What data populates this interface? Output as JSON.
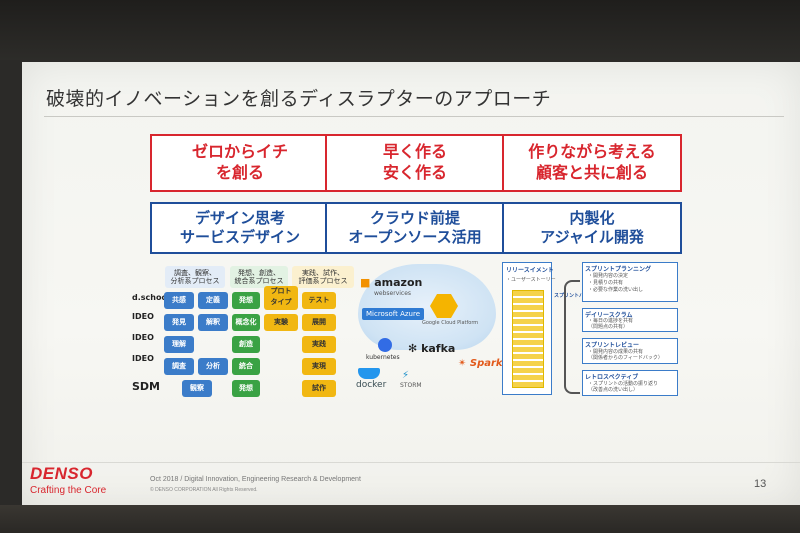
{
  "slide": {
    "title": "破壊的イノベーションを創るディスラプターのアプローチ",
    "columns": [
      {
        "red": "ゼロからイチ\nを創る",
        "blue": "デザイン思考\nサービスデザイン"
      },
      {
        "red": "早く作る\n安く作る",
        "blue": "クラウド前提\nオープンソース活用"
      },
      {
        "red": "作りながら考える\n顧客と共に創る",
        "blue": "内製化\nアジャイル開発"
      }
    ],
    "design_thinking": {
      "headers": [
        "調査、観察、\n分析系プロセス",
        "発想、創造、\n統合系プロセス",
        "実践、試作、\n評価系プロセス"
      ],
      "logos": [
        "d.school",
        "IDEO",
        "IDEO",
        "IDEO",
        "SDM"
      ],
      "chips": {
        "r1": [
          "共感",
          "定義",
          "発想",
          "プロト\nタイプ",
          "テスト"
        ],
        "r2": [
          "発見",
          "解釈",
          "概念化",
          "実験",
          "展開"
        ],
        "r3": [
          "理解",
          "創造",
          "実践"
        ],
        "r4": [
          "調査",
          "分析",
          "統合",
          "実現"
        ],
        "r5": [
          "観察",
          "発想",
          "試作"
        ]
      }
    },
    "cloud": {
      "amazon": "amazon",
      "aws_sub": "webservices",
      "azure": "Microsoft Azure",
      "gcp": "Google Cloud Platform",
      "kubernetes": "kubernetes",
      "kafka": "kafka",
      "docker": "docker",
      "storm": "STORM",
      "spark": "Spark"
    },
    "agile": {
      "left_title": "リリースイメント",
      "left_sub": "・ユーザーストーリー",
      "mid_label": "スプリントバックログ",
      "steps": [
        {
          "label": "スプリントプランニング",
          "text": "・開発内容の決定\n・見積りの共有\n・必要な作業の洗い出し"
        },
        {
          "label": "デイリースクラム",
          "text": "・毎日の進捗を共有\n（問題点の共有）"
        },
        {
          "label": "スプリントレビュー",
          "text": "・開発内容の成果の共有\n（関係者からのフィードバック）"
        },
        {
          "label": "レトロスペクティブ",
          "text": "・スプリントの活動の振り返り\n（改善点の洗い出し）"
        }
      ]
    },
    "footer": {
      "brand": "DENSO",
      "tagline": "Crafting the Core",
      "text": "Oct 2018 / Digital Innovation, Engineering Research & Development",
      "copyright": "© DENSO CORPORATION All Rights Reserved.",
      "page": "13"
    }
  }
}
